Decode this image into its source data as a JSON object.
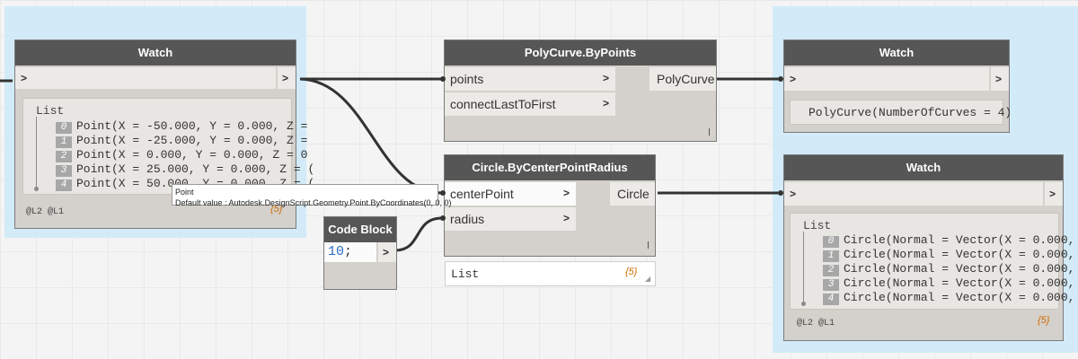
{
  "watch_left": {
    "title": "Watch",
    "in_chevron": ">",
    "out_chevron": ">",
    "list_label": "List",
    "items": [
      {
        "index": "0",
        "text": "Point(X = -50.000, Y = 0.000, Z ="
      },
      {
        "index": "1",
        "text": "Point(X = -25.000, Y = 0.000, Z ="
      },
      {
        "index": "2",
        "text": "Point(X = 0.000, Y = 0.000, Z = 0"
      },
      {
        "index": "3",
        "text": "Point(X = 25.000, Y = 0.000, Z = ("
      },
      {
        "index": "4",
        "text": "Point(X = 50.000, Y = 0.000, Z = ("
      }
    ],
    "levels": "@L2 @L1",
    "count": "{5}"
  },
  "tooltip": {
    "title": "Point",
    "default_value": "Default value : Autodesk.DesignScript.Geometry.Point.ByCoordinates(0, 0, 0)"
  },
  "polycurve_node": {
    "title": "PolyCurve.ByPoints",
    "inputs": [
      {
        "label": "points",
        "chevron": ">"
      },
      {
        "label": "connectLastToFirst",
        "chevron": ">"
      }
    ],
    "output": "PolyCurve"
  },
  "watch_top_right": {
    "title": "Watch",
    "in_chevron": ">",
    "out_chevron": ">",
    "value": "PolyCurve(NumberOfCurves = 4)"
  },
  "circle_node": {
    "title": "Circle.ByCenterPointRadius",
    "inputs": [
      {
        "label": "centerPoint",
        "chevron": ">"
      },
      {
        "label": "radius",
        "chevron": ">"
      }
    ],
    "output": "Circle",
    "preview_label": "List",
    "preview_count": "{5}"
  },
  "code_block": {
    "title": "Code Block",
    "code_number": "10",
    "code_semicolon": ";",
    "out_chevron": ">"
  },
  "watch_bottom_right": {
    "title": "Watch",
    "in_chevron": ">",
    "out_chevron": ">",
    "list_label": "List",
    "items": [
      {
        "index": "0",
        "text": "Circle(Normal = Vector(X = 0.000,"
      },
      {
        "index": "1",
        "text": "Circle(Normal = Vector(X = 0.000,"
      },
      {
        "index": "2",
        "text": "Circle(Normal = Vector(X = 0.000,"
      },
      {
        "index": "3",
        "text": "Circle(Normal = Vector(X = 0.000,"
      },
      {
        "index": "4",
        "text": "Circle(Normal = Vector(X = 0.000,"
      }
    ],
    "levels": "@L2 @L1",
    "count": "{5}"
  },
  "colors": {
    "selection": "#d3ebf8",
    "header": "#565656",
    "node_body": "#d4d0cb",
    "wire": "#333333",
    "count": "#d06b00",
    "code_number": "#2b6fc7"
  }
}
